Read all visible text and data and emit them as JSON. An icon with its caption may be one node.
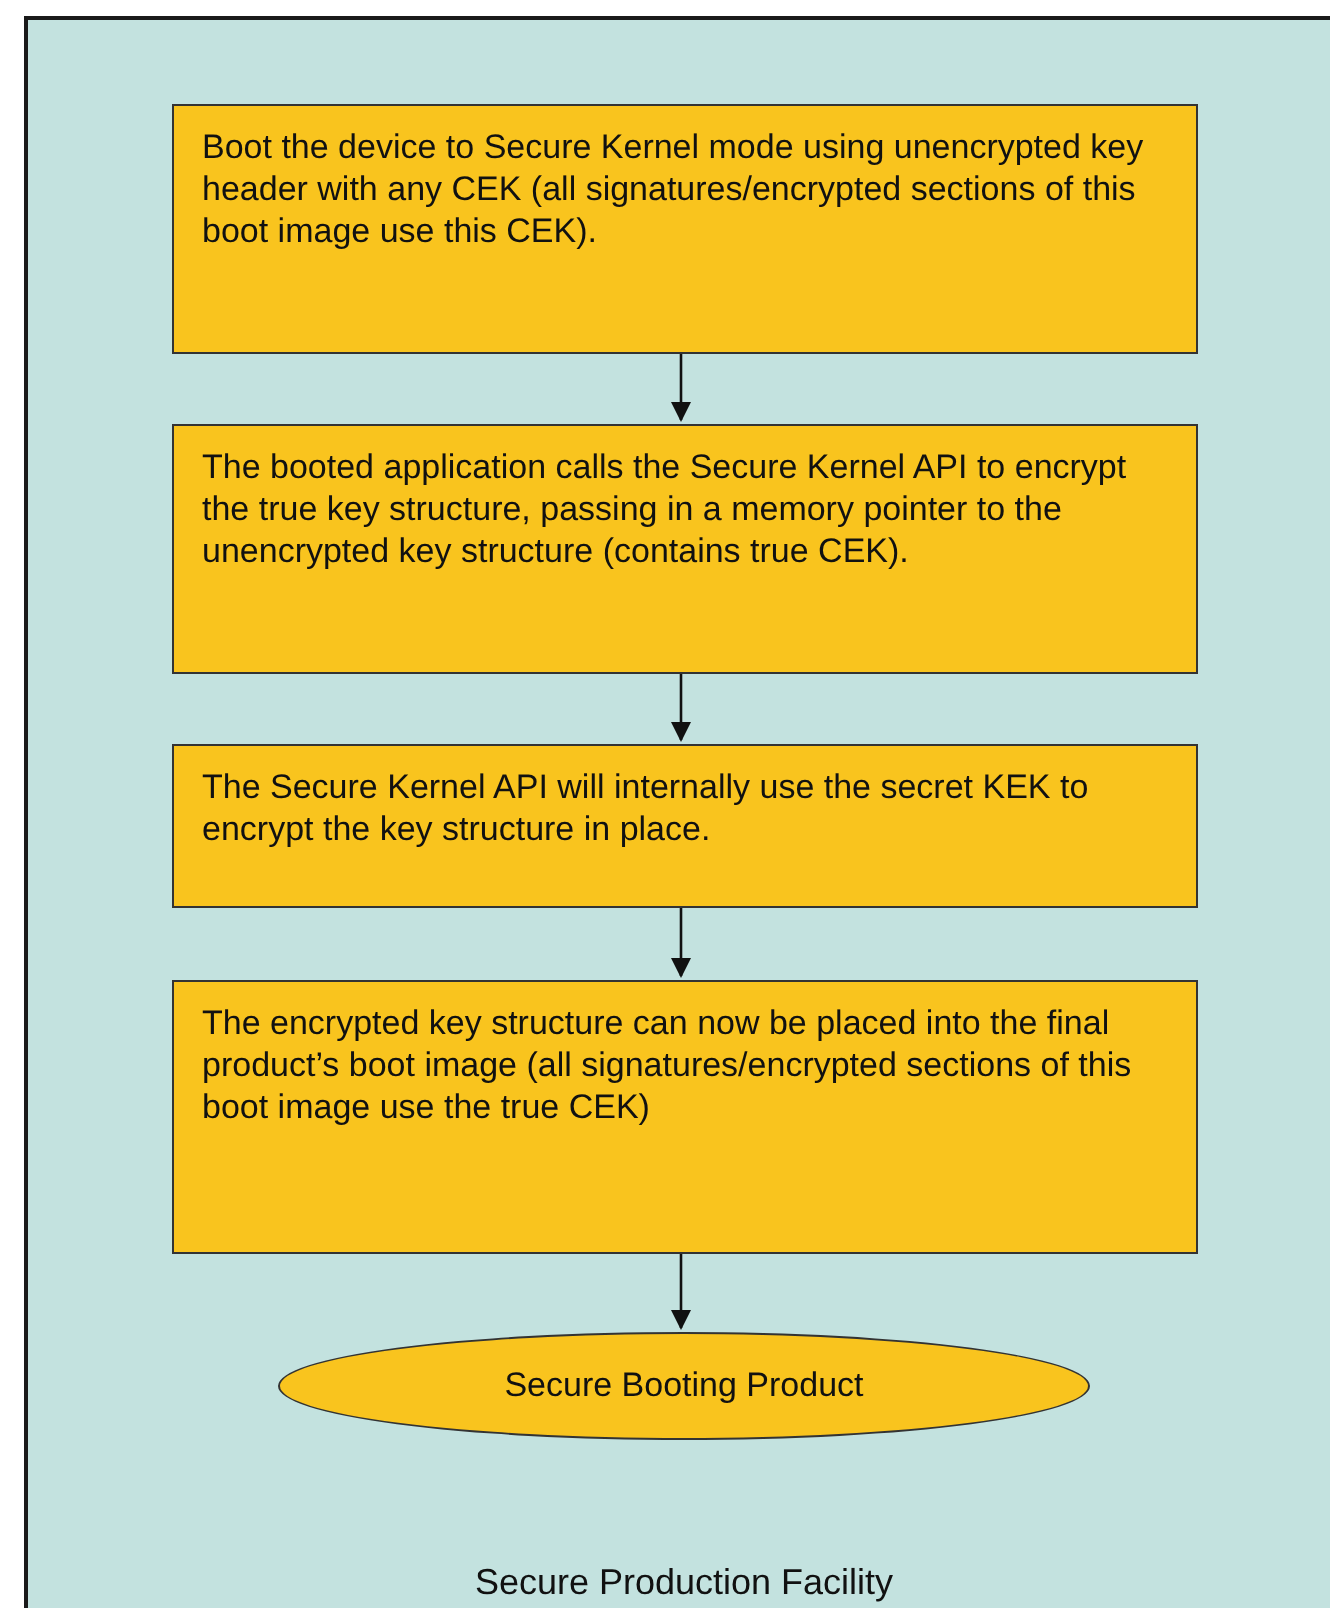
{
  "diagram": {
    "nodes": [
      {
        "text": [
          "Secure Production Facility"
        ]
      },
      {
        "text": [
          "Boot the device to Secure Kernel mode using unencrypted key header with any CEK (all signatures/encrypted sections of this boot image use this CEK)."
        ],
        "in": 0
      },
      {
        "text": [
          "The booted application calls the Secure Kernel API to encrypt the true key structure, passing in a memory pointer to the unencrypted key structure (contains true CEK)."
        ],
        "in": 0
      },
      {
        "text": [
          "The Secure Kernel API will internally use the secret KEK to encrypt the key structure in place."
        ],
        "in": 0
      },
      {
        "text": [
          "The encrypted key structure can now be placed into the final product’s boot image (all signatures/encrypted sections of this boot image use the true CEK)"
        ],
        "in": 0
      },
      {
        "text": [
          "Secure Booting Product"
        ],
        "in": 0
      }
    ],
    "edges": [
      {
        "from": 1,
        "to": 2,
        "arrow": "to"
      },
      {
        "from": 2,
        "to": 3,
        "arrow": "to"
      },
      {
        "from": 3,
        "to": 4,
        "arrow": "to"
      },
      {
        "from": 4,
        "to": 5,
        "arrow": "to"
      }
    ]
  }
}
